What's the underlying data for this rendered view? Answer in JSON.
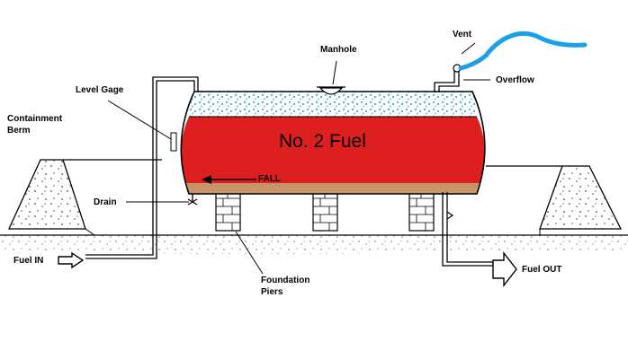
{
  "labels": {
    "manhole": "Manhole",
    "vent": "Vent",
    "overflow": "Overflow",
    "level_gage": "Level Gage",
    "containment_berm_line1": "Containment",
    "containment_berm_line2": "Berm",
    "drain": "Drain",
    "fuel_in": "Fuel IN",
    "fuel_out": "Fuel OUT",
    "foundation_line1": "Foundation",
    "foundation_line2": "Piers",
    "fall": "FALL",
    "tank_contents": "No. 2 Fuel"
  },
  "colors": {
    "fuel": "#dd1f20",
    "sludge": "#c8936a",
    "vapor": "#5ab0e6",
    "vent_plume": "#1aa0e8",
    "line": "#000000"
  }
}
